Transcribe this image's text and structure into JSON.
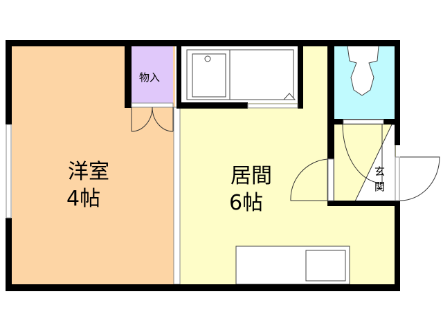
{
  "rooms": {
    "western": {
      "name": "洋室",
      "size": "4帖",
      "color": "#FDD5A5"
    },
    "living": {
      "name": "居間",
      "size": "6帖",
      "color": "#FEFDC8"
    },
    "closet": {
      "name": "物入",
      "color": "#E0C8FA"
    },
    "toilet": {
      "color": "#C0FAFE"
    },
    "entrance": {
      "name_line1": "玄",
      "name_line2": "関",
      "color": "#FEFDC8"
    }
  },
  "colors": {
    "wall": "#000000",
    "fixture": "#ffffff"
  }
}
